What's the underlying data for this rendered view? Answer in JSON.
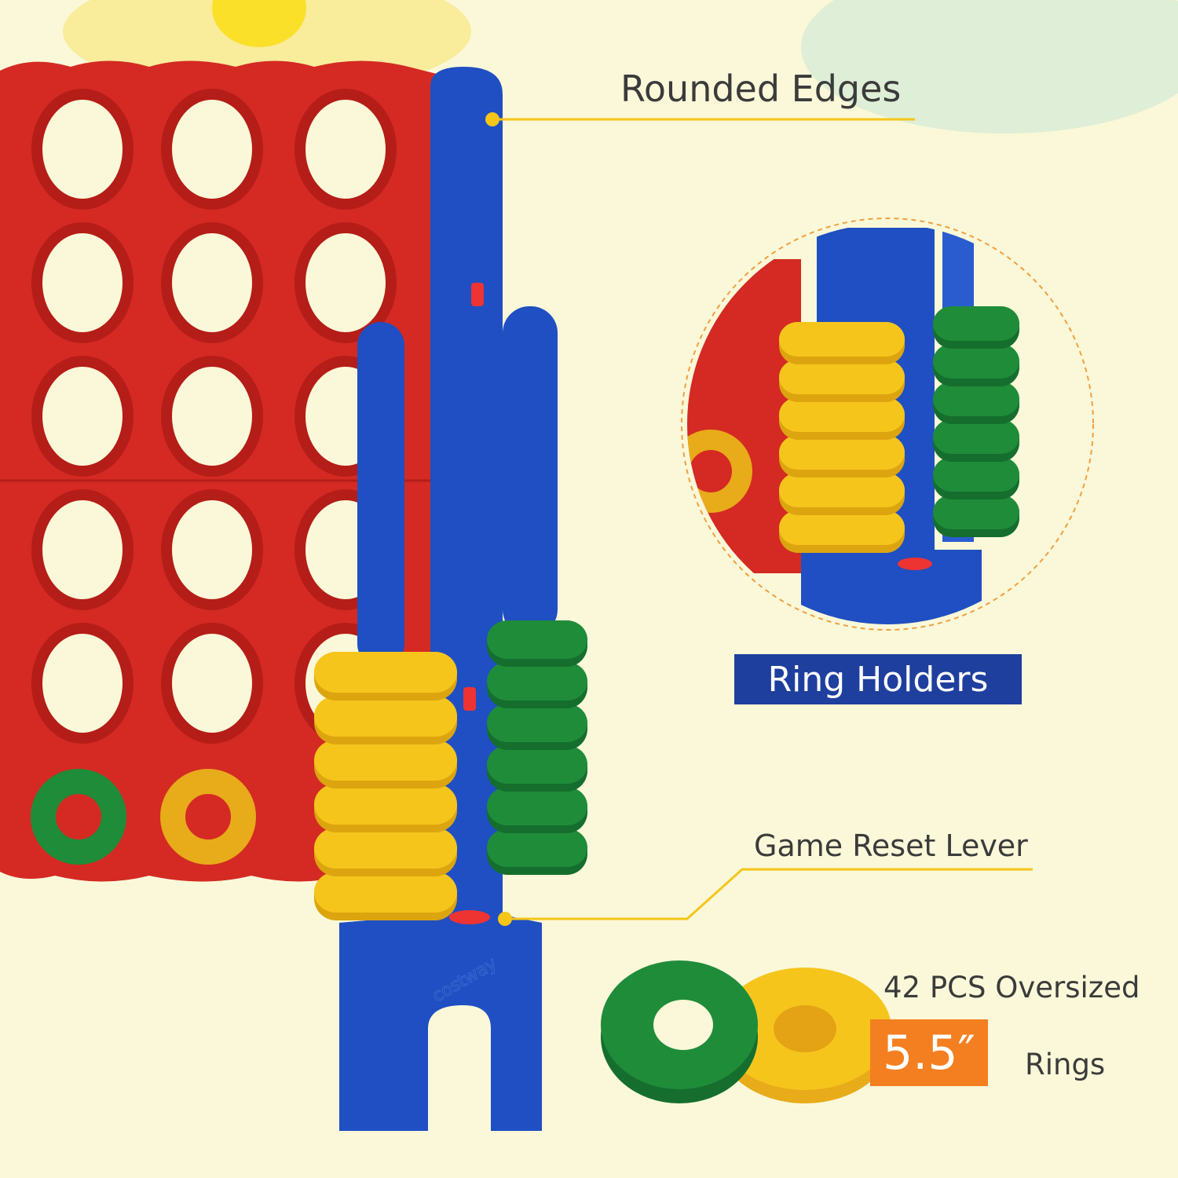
{
  "callouts": {
    "rounded_edges": "Rounded Edges",
    "ring_holders": "Ring Holders",
    "game_reset_lever": "Game Reset Lever",
    "rings_count": "42 PCS Oversized",
    "ring_size": "5.5″",
    "rings_label": "Rings"
  },
  "logo": "costway",
  "colors": {
    "background": "#faf8d8",
    "board_red": "#d42a23",
    "stand_blue": "#1f4fc2",
    "ring_yellow": "#f6c51c",
    "ring_green": "#1f8c3a",
    "callout_line": "#f5c518",
    "label_blue": "#1e3f9e",
    "size_orange": "#f47f20"
  }
}
